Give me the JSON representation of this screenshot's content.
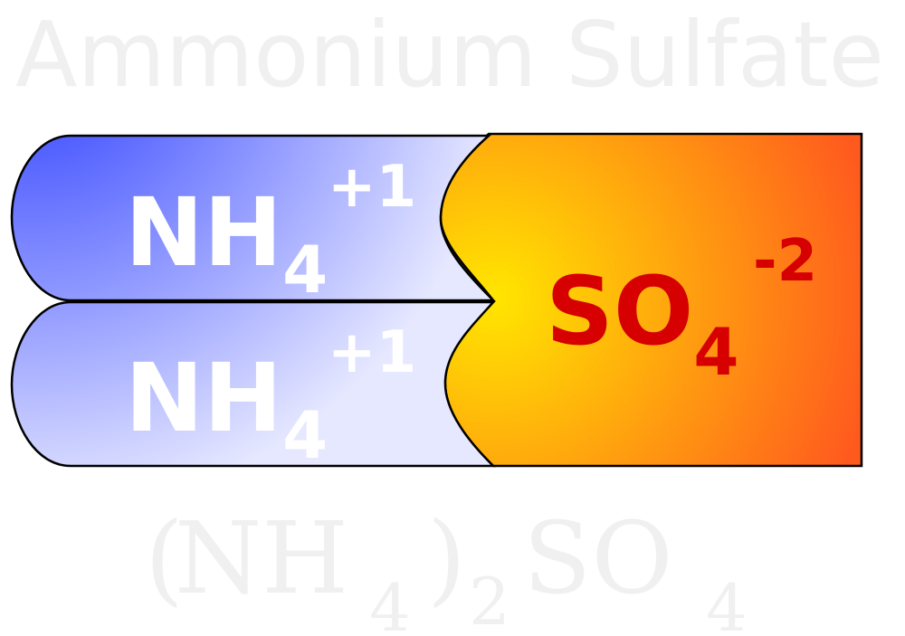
{
  "title": "Ammonium Sulfate",
  "formula": {
    "open_paren": "(",
    "cation_symbol": "NH",
    "cation_subscript": "4",
    "close_paren": ")",
    "cation_count": "2",
    "anion_symbol": "SO",
    "anion_subscript": "4"
  },
  "cations": [
    {
      "symbol": "NH",
      "subscript": "4",
      "charge": "+1"
    },
    {
      "symbol": "NH",
      "subscript": "4",
      "charge": "+1"
    }
  ],
  "anion": {
    "symbol": "SO",
    "subscript": "4",
    "charge": "-2"
  },
  "colors": {
    "cation_center": "#2a3cff",
    "cation_edge": "#e6e8ff",
    "cation_text": "#ffffff",
    "anion_center": "#ffe600",
    "anion_edge": "#ff5a1e",
    "anion_text": "#d60000",
    "watermark_text": "#f0f0f0",
    "outline": "#000000"
  }
}
